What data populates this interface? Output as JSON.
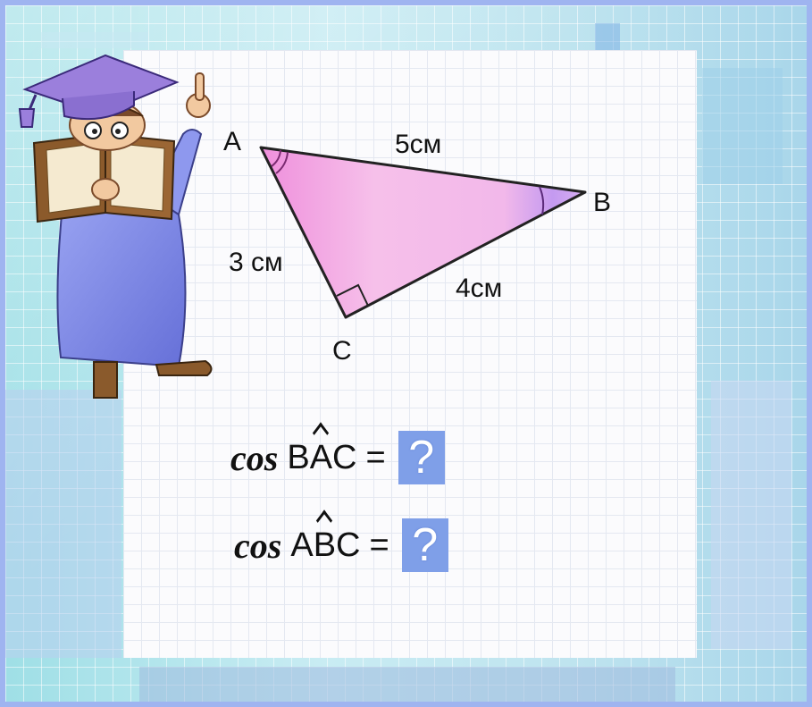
{
  "triangle": {
    "vertex_a": "A",
    "vertex_b": "B",
    "vertex_c": "C",
    "side_ab": "5см",
    "side_ac": "3 см",
    "side_cb": "4см"
  },
  "equations": [
    {
      "func": "cos",
      "angle": "BAC",
      "angle_prefix": "B",
      "angle_vertex": "A",
      "angle_suffix": "C",
      "equals": "=",
      "answer": "?"
    },
    {
      "func": "cos",
      "angle": "ABC",
      "angle_prefix": "A",
      "angle_vertex": "B",
      "angle_suffix": "C",
      "equals": "=",
      "answer": "?"
    }
  ],
  "colors": {
    "triangle_fill": "#f3b6e8",
    "answer_box": "#7f9fe8",
    "frame_border": "#9fb4f0"
  },
  "icons": [
    "professor-character-illustration"
  ]
}
